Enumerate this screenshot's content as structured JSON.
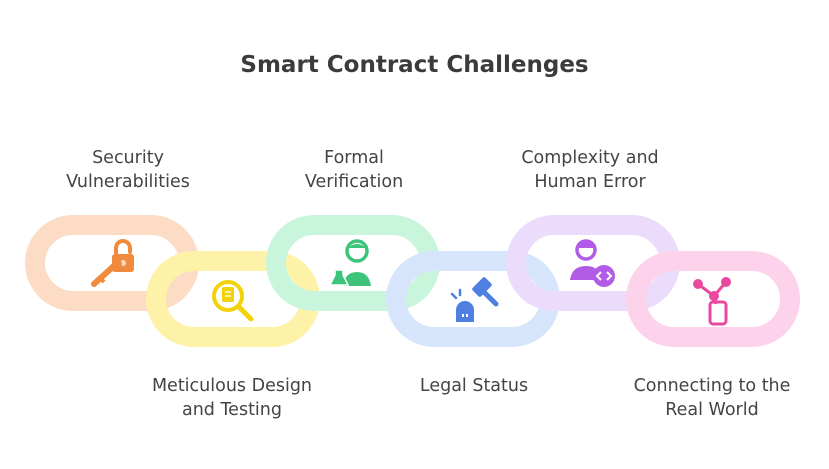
{
  "title": "Smart Contract Challenges",
  "steps": [
    {
      "label": "Security\nVulnerabilities",
      "icon": "unlocked-padlock-key-icon",
      "color": "#fcdcc5"
    },
    {
      "label": "Meticulous Design\nand Testing",
      "icon": "magnifier-document-icon",
      "color": "#fdf2a8"
    },
    {
      "label": "Formal\nVerification",
      "icon": "scientist-flask-icon",
      "color": "#c9f5dd"
    },
    {
      "label": "Legal Status",
      "icon": "gavel-alert-icon",
      "color": "#d6e4fc"
    },
    {
      "label": "Complexity and\nHuman Error",
      "icon": "person-code-icon",
      "color": "#ecdcfc"
    },
    {
      "label": "Connecting to the\nReal World",
      "icon": "device-network-icon",
      "color": "#fdd3eb"
    }
  ]
}
